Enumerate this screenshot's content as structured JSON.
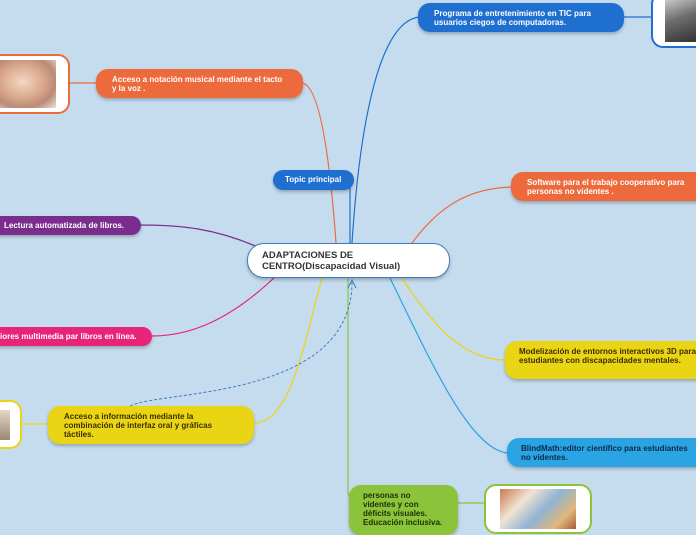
{
  "central": {
    "label": "ADAPTACIONES DE CENTRO(Discapacidad Visual)"
  },
  "topics": [
    {
      "label": "Programa de entretenimiento en TIC para usuarios ciegos de computadoras."
    },
    {
      "label": "Acceso a notación musical mediante el tacto y la voz ."
    },
    {
      "label": "Topic principal"
    },
    {
      "label": "Software para el trabajo cooperativo para personas no videntes ."
    },
    {
      "label": "Lectura automatizada de libros."
    },
    {
      "label": "iores multimedia par libros en línea."
    },
    {
      "label": "Modelización de entornos interactivos 3D para estudiantes con discapacidades mentales."
    },
    {
      "label": "Acceso a información mediante la combinación de interfaz oral y gráficas táctiles."
    },
    {
      "label": "BlindMath:editor científico para estudiantes no videntes."
    },
    {
      "label": "personas no videntes y con déficits visuales. Educación inclusiva."
    }
  ],
  "colors": {
    "background": "#c5dcee",
    "blue": "#1f6fd1",
    "orange": "#ec6a3c",
    "purple": "#7b2d8e",
    "pink": "#e8237a",
    "yellow": "#ead514",
    "lightblue": "#2aa4e2",
    "green": "#8bc33a",
    "central_border": "#3d7dbf"
  }
}
